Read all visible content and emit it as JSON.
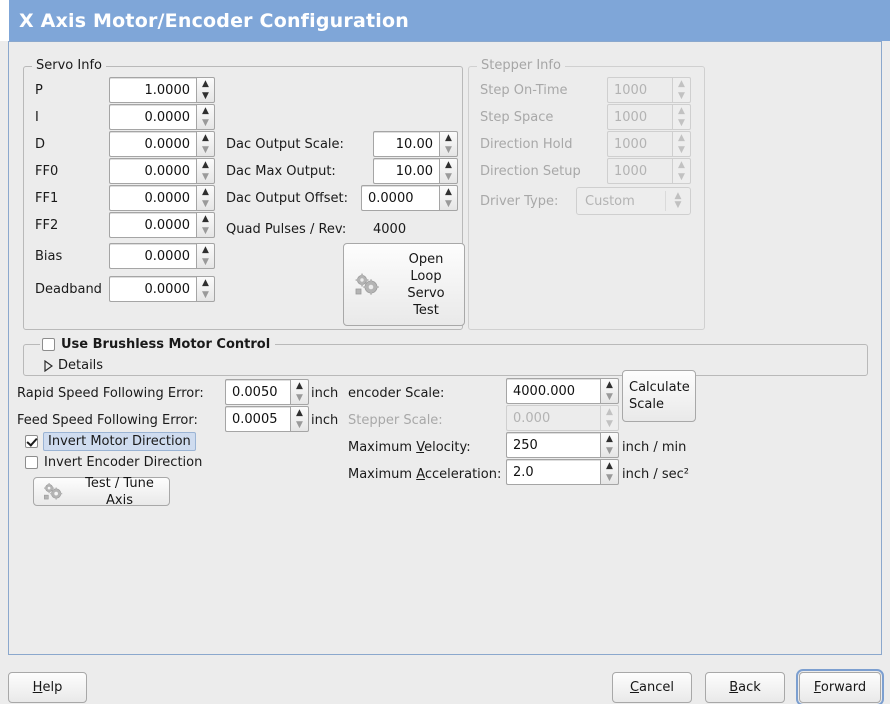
{
  "window": {
    "title": "X Axis Motor/Encoder Configuration",
    "title_bg": "#7fa6d8",
    "title_fg": "#ffffff",
    "body_bg": "#ececec",
    "frame_border": "#8ba8cd"
  },
  "servo_info": {
    "legend": "Servo Info",
    "fields": [
      {
        "label": "P",
        "value": "1.0000"
      },
      {
        "label": "I",
        "value": "0.0000"
      },
      {
        "label": "D",
        "value": "0.0000"
      },
      {
        "label": "FF0",
        "value": "0.0000"
      },
      {
        "label": "FF1",
        "value": "0.0000"
      },
      {
        "label": "FF2",
        "value": "0.0000"
      },
      {
        "label": "Bias",
        "value": "0.0000"
      },
      {
        "label": "Deadband",
        "value": "0.0000"
      }
    ],
    "dac": [
      {
        "label": "Dac Output Scale:",
        "value": "10.00"
      },
      {
        "label": "Dac Max Output:",
        "value": "10.00"
      },
      {
        "label": "Dac Output Offset:",
        "value": "0.0000"
      }
    ],
    "quad_label": "Quad Pulses / Rev:",
    "quad_value": "4000",
    "open_loop_button": "Open\nLoop\nServo\nTest",
    "open_loop_lines": [
      "Open",
      "Loop",
      "Servo",
      "Test"
    ]
  },
  "stepper_info": {
    "legend": "Stepper Info",
    "disabled": true,
    "fields": [
      {
        "label": "Step On-Time",
        "value": "1000"
      },
      {
        "label": "Step Space",
        "value": "1000"
      },
      {
        "label": "Direction Hold",
        "value": "1000"
      },
      {
        "label": "Direction Setup",
        "value": "1000"
      }
    ],
    "driver_type_label": "Driver Type:",
    "driver_type_value": "Custom"
  },
  "brushless": {
    "checkbox_label": "Use Brushless Motor Control",
    "checked": false,
    "details_label": "Details",
    "details_expanded": false
  },
  "following_error": {
    "rapid_label": "Rapid Speed Following Error:",
    "rapid_value": "0.0050",
    "rapid_unit": "inch",
    "feed_label": "Feed Speed Following Error:",
    "feed_value": "0.0005",
    "feed_unit": "inch"
  },
  "inverts": {
    "motor_label": "Invert Motor Direction",
    "motor_checked": true,
    "motor_focused": true,
    "encoder_label": "Invert Encoder Direction",
    "encoder_checked": false
  },
  "test_tune_button": "Test / Tune Axis",
  "scales": {
    "encoder_label": "encoder Scale:",
    "encoder_value": "4000.000",
    "stepper_label": "Stepper Scale:",
    "stepper_value": "0.000",
    "stepper_disabled": true,
    "calculate_lines": [
      "Calculate",
      "Scale"
    ],
    "velocity_label_pre": "Maximum ",
    "velocity_label_mn": "V",
    "velocity_label_post": "elocity:",
    "velocity_value": "250",
    "velocity_unit": "inch / min",
    "accel_label_pre": "Maximum ",
    "accel_label_mn": "A",
    "accel_label_post": "cceleration:",
    "accel_value": "2.0",
    "accel_unit": "inch / sec²"
  },
  "footer": {
    "help_pre": "",
    "help_mn": "H",
    "help_post": "elp",
    "cancel_pre": "",
    "cancel_mn": "C",
    "cancel_post": "ancel",
    "back_pre": "",
    "back_mn": "B",
    "back_post": "ack",
    "forward_pre": "",
    "forward_mn": "F",
    "forward_post": "orward",
    "forward_focused": true
  }
}
